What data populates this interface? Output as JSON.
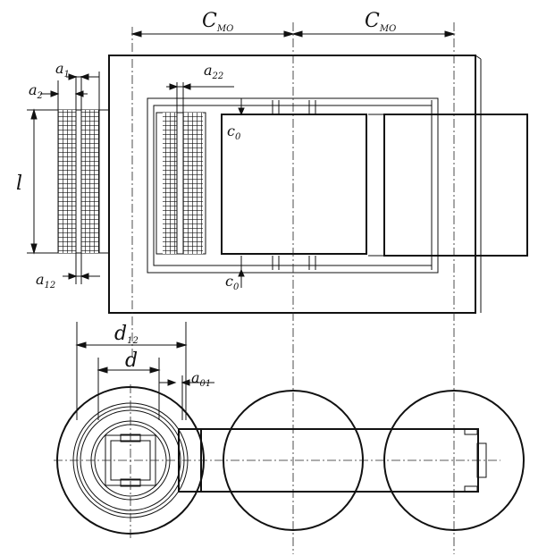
{
  "labels": {
    "c_mo_left": "C",
    "c_mo_left_sub": "MO",
    "c_mo_right": "C",
    "c_mo_right_sub": "MO",
    "a1": "a",
    "a1_sub": "1",
    "a2": "a",
    "a2_sub": "2",
    "a22": "a",
    "a22_sub": "22",
    "l": "l",
    "a12": "a",
    "a12_sub": "12",
    "c0_top": "c",
    "c0_top_sub": "0",
    "c0_bottom": "c",
    "c0_bottom_sub": "0",
    "d12": "d",
    "d12_sub": "12",
    "d": "d",
    "a01": "a",
    "a01_sub": "01"
  },
  "colors": {
    "ink": "#111111",
    "paper": "#ffffff",
    "winding_hatch": "#111111"
  }
}
